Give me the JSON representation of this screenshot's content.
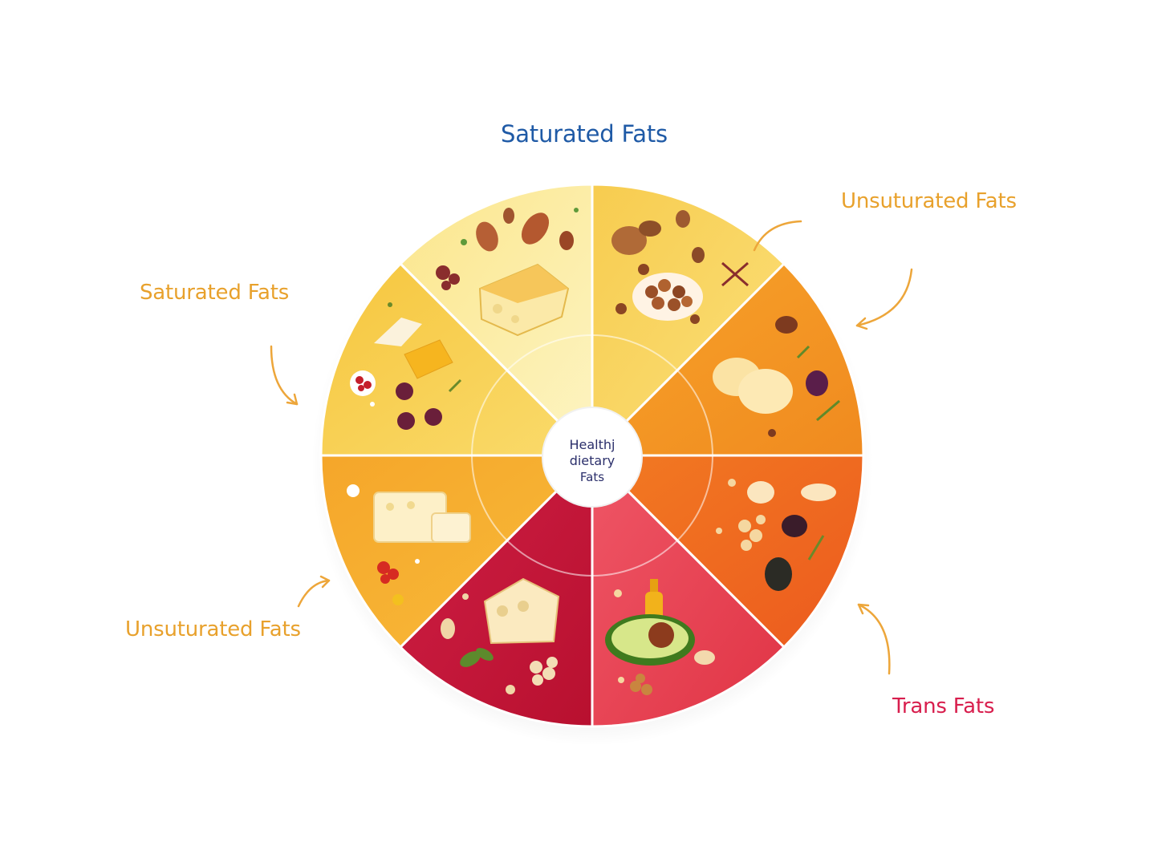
{
  "diagram": {
    "center_label_lines": [
      "Healthj",
      "dietary",
      "Fats"
    ]
  },
  "labels": {
    "top": "Saturated Fats",
    "top_right": "Unsuturated Fats",
    "left": "Saturated Fats",
    "bottom_left": "Unsuturated Fats",
    "bottom_right": "Trans Fats"
  },
  "colors": {
    "title_blue": "#1f5aa6",
    "label_orange": "#e8a12c",
    "label_red": "#d81e4d",
    "segment_pale_yellow": "#fbe48a",
    "segment_yellow": "#f6cc45",
    "segment_orange": "#f39a22",
    "segment_deep_orange": "#ee6a1e",
    "segment_red": "#e43a52",
    "segment_crimson": "#c2153b"
  },
  "icons": [
    "cheese-icon",
    "almond-icon",
    "walnut-icon",
    "berry-icon",
    "avocado-icon",
    "oil-bottle-icon",
    "herb-icon",
    "olive-icon",
    "nut-bowl-icon"
  ]
}
